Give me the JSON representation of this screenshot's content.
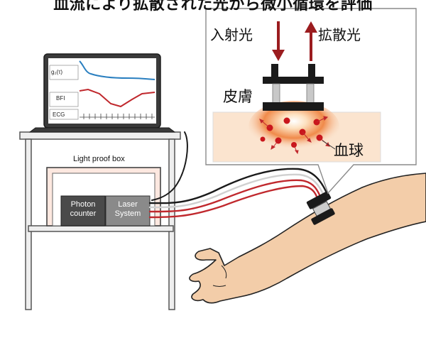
{
  "title": "血流により拡散された光から微小循環を評価",
  "callout": {
    "incident_light": "入射光",
    "scattered_light": "拡散光",
    "skin": "皮膚",
    "blood_cells": "血球"
  },
  "apparatus": {
    "box_label": "Light proof box",
    "photon_counter": "Photon counter",
    "laser_system": "Laser System"
  },
  "monitor": {
    "trace_1": "g₂(τ)",
    "trace_2": "BFI",
    "trace_3": "ECG"
  },
  "colors": {
    "g2_trace": "#2a7fc0",
    "bfi_trace": "#c0282d",
    "laser_red": "#c0282d",
    "skin_layer": "#fbe4cf",
    "skin_tone": "#f3cda9",
    "box_fill": "#fde8e0"
  }
}
